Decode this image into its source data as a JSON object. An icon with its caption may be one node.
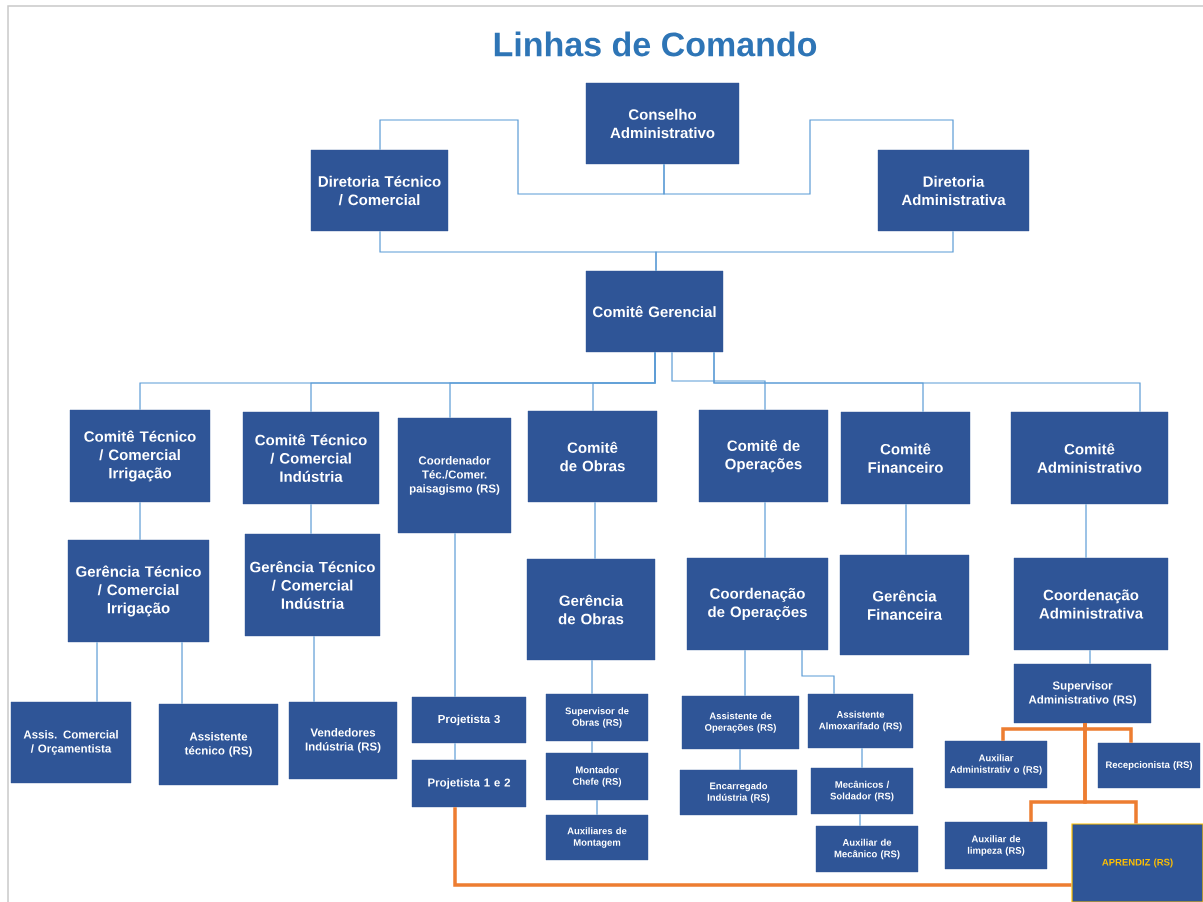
{
  "diagram": {
    "title": "Linhas de Comando",
    "nodes": [
      {
        "text": [
          "Conselho Administrativo"
        ]
      },
      {
        "text": [
          "Diretoria Técnico / Comercial"
        ]
      },
      {
        "text": [
          "Diretoria Administrativa"
        ]
      },
      {
        "text": [
          "Comitê Gerencial"
        ]
      },
      {
        "text": [
          "Comitê Técnico / Comercial Irrigação"
        ]
      },
      {
        "text": [
          "Comitê Técnico / Comercial Indústria"
        ]
      },
      {
        "text": [
          "Coordenador Téc./Comer. paisagismo (RS)"
        ]
      },
      {
        "text": [
          "Comitê de Obras"
        ]
      },
      {
        "text": [
          "Comitê de Operações"
        ]
      },
      {
        "text": [
          "Comitê Financeiro"
        ]
      },
      {
        "text": [
          "Comitê Administrativo"
        ]
      },
      {
        "text": [
          "Gerência Técnico / Comercial Irrigação"
        ]
      },
      {
        "text": [
          "Gerência Técnico / Comercial Indústria"
        ]
      },
      {
        "text": [
          "Gerência de Obras"
        ]
      },
      {
        "text": [
          "Coordenação de Operações"
        ]
      },
      {
        "text": [
          "Gerência Financeira"
        ]
      },
      {
        "text": [
          "Coordenação Administrativa"
        ]
      },
      {
        "text": [
          "Assis. Comercial / Orçamentista"
        ]
      },
      {
        "text": [
          "Assistente técnico (RS)"
        ]
      },
      {
        "text": [
          "Vendedores Indústria (RS)"
        ]
      },
      {
        "text": [
          "Projetista 3"
        ]
      },
      {
        "text": [
          "Projetista 1 e 2"
        ]
      },
      {
        "text": [
          "Supervisor de Obras (RS)"
        ]
      },
      {
        "text": [
          "Montador Chefe (RS)"
        ]
      },
      {
        "text": [
          "Auxiliares de Montagem"
        ]
      },
      {
        "text": [
          "Assistente de Operações (RS)"
        ]
      },
      {
        "text": [
          "Encarregado Indústria (RS)"
        ]
      },
      {
        "text": [
          "Assistente Almoxarifado (RS)"
        ]
      },
      {
        "text": [
          "Mecânicos / Soldador (RS)"
        ]
      },
      {
        "text": [
          "Auxiliar de Mecânico (RS)"
        ]
      },
      {
        "text": [
          "Supervisor Administrativo (RS)"
        ]
      },
      {
        "text": [
          "Auxiliar Administrativ o (RS)"
        ]
      },
      {
        "text": [
          "Recepcionista (RS)"
        ]
      },
      {
        "text": [
          "Auxiliar de limpeza (RS)"
        ]
      },
      {
        "text": [
          "APRENDIZ (RS)"
        ]
      }
    ],
    "edges": [
      {
        "from": 0,
        "to": 1,
        "arrow": "none"
      },
      {
        "from": 0,
        "to": 2,
        "arrow": "none"
      },
      {
        "from": 1,
        "to": 3,
        "arrow": "none"
      },
      {
        "from": 2,
        "to": 3,
        "arrow": "none"
      },
      {
        "from": 3,
        "to": 4,
        "arrow": "none"
      },
      {
        "from": 3,
        "to": 5,
        "arrow": "none"
      },
      {
        "from": 3,
        "to": 6,
        "arrow": "none"
      },
      {
        "from": 3,
        "to": 7,
        "arrow": "none"
      },
      {
        "from": 3,
        "to": 8,
        "arrow": "none"
      },
      {
        "from": 3,
        "to": 9,
        "arrow": "none"
      },
      {
        "from": 3,
        "to": 10,
        "arrow": "none"
      },
      {
        "from": 4,
        "to": 11,
        "arrow": "none"
      },
      {
        "from": 5,
        "to": 12,
        "arrow": "none"
      },
      {
        "from": 7,
        "to": 13,
        "arrow": "none"
      },
      {
        "from": 8,
        "to": 14,
        "arrow": "none"
      },
      {
        "from": 9,
        "to": 15,
        "arrow": "none"
      },
      {
        "from": 10,
        "to": 16,
        "arrow": "none"
      },
      {
        "from": 11,
        "to": 17,
        "arrow": "none"
      },
      {
        "from": 11,
        "to": 18,
        "arrow": "none"
      },
      {
        "from": 12,
        "to": 19,
        "arrow": "none"
      },
      {
        "from": 6,
        "to": 20,
        "arrow": "none"
      },
      {
        "from": 20,
        "to": 21,
        "arrow": "none"
      },
      {
        "from": 13,
        "to": 22,
        "arrow": "none"
      },
      {
        "from": 22,
        "to": 23,
        "arrow": "none"
      },
      {
        "from": 23,
        "to": 24,
        "arrow": "none"
      },
      {
        "from": 14,
        "to": 25,
        "arrow": "none"
      },
      {
        "from": 25,
        "to": 26,
        "arrow": "none"
      },
      {
        "from": 14,
        "to": 27,
        "arrow": "none"
      },
      {
        "from": 27,
        "to": 28,
        "arrow": "none"
      },
      {
        "from": 28,
        "to": 29,
        "arrow": "none"
      },
      {
        "from": 16,
        "to": 30,
        "arrow": "none"
      },
      {
        "from": 30,
        "to": 31,
        "arrow": "none",
        "style": "thick",
        "color": "#ed7d31"
      },
      {
        "from": 30,
        "to": 32,
        "arrow": "none",
        "style": "thick",
        "color": "#ed7d31"
      },
      {
        "from": 30,
        "to": 33,
        "arrow": "none",
        "style": "thick",
        "color": "#ed7d31"
      },
      {
        "from": 30,
        "to": 34,
        "arrow": "none",
        "style": "thick",
        "color": "#ed7d31"
      },
      {
        "from": 21,
        "to": 34,
        "arrow": "none",
        "style": "thick",
        "color": "#ed7d31"
      }
    ]
  }
}
